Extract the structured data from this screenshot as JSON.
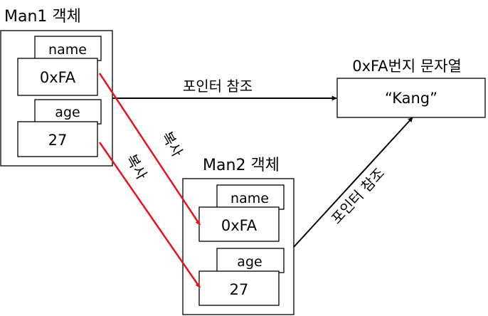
{
  "man1": {
    "title": "Man1 객체",
    "field1_label": "name",
    "field1_value": "0xFA",
    "field2_label": "age",
    "field2_value": "27"
  },
  "man2": {
    "title": "Man2 객체",
    "field1_label": "name",
    "field1_value": "0xFA",
    "field2_label": "age",
    "field2_value": "27"
  },
  "string_box": {
    "title": "0xFA번지 문자열",
    "value": "“Kang”"
  },
  "edges": {
    "man1_pointer_label": "포인터 참조",
    "man2_pointer_label": "포인터 참조",
    "copy_label_1": "복사",
    "copy_label_2": "복사"
  },
  "colors": {
    "copy_arrow": "#e8141b",
    "pointer_arrow": "#000000"
  }
}
